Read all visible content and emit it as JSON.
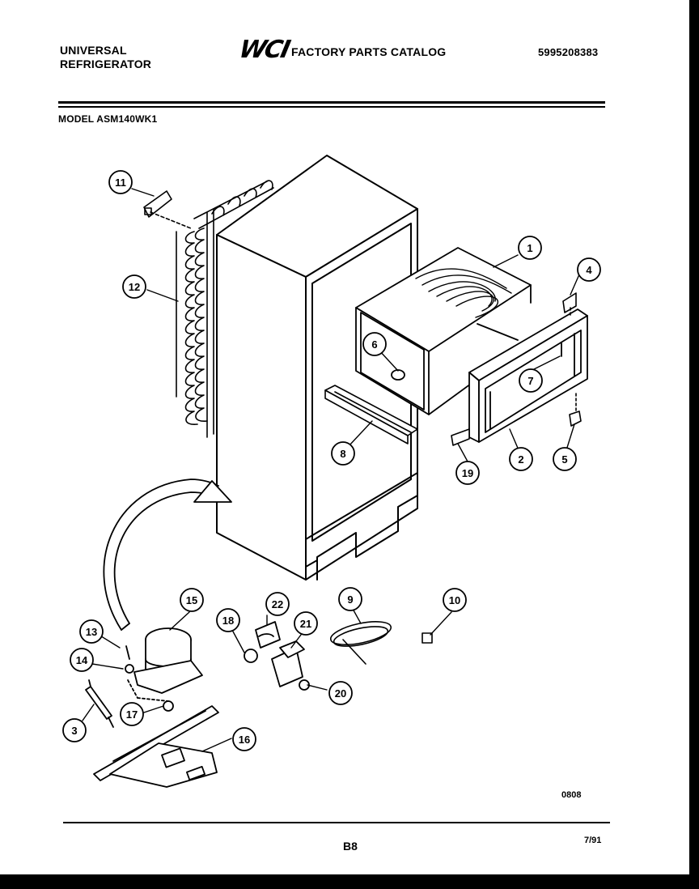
{
  "header": {
    "brand_line1": "UNIVERSAL",
    "brand_line2": "REFRIGERATOR",
    "logo_text": "WCI",
    "catalog_title": "FACTORY PARTS CATALOG",
    "catalog_number": "5995208383"
  },
  "model_label": "MODEL ASM140WK1",
  "callouts": [
    "1",
    "2",
    "3",
    "4",
    "5",
    "6",
    "7",
    "8",
    "9",
    "10",
    "11",
    "12",
    "13",
    "14",
    "15",
    "16",
    "17",
    "18",
    "19",
    "20",
    "21",
    "22"
  ],
  "footer": {
    "drawing_code": "0808",
    "page": "B8",
    "date": "7/91"
  }
}
